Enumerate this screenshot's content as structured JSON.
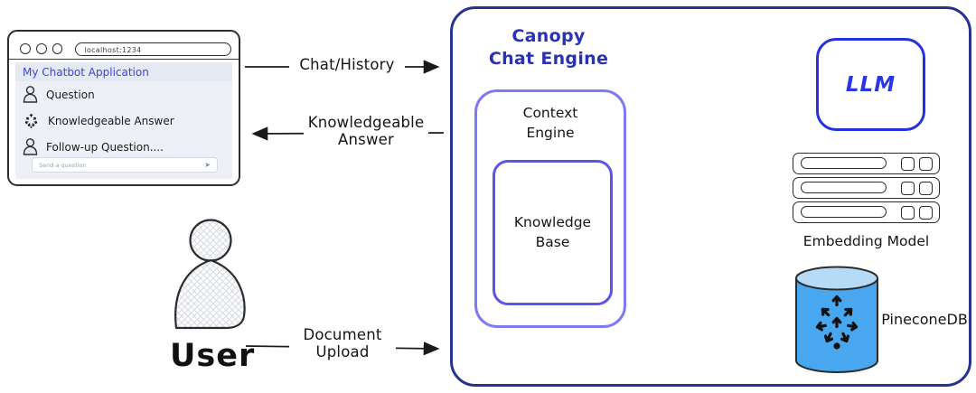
{
  "browser": {
    "url": "localhost:1234",
    "title": "My Chatbot Application",
    "messages": [
      {
        "icon": "person-icon",
        "text": "Question"
      },
      {
        "icon": "circular-arrows-icon",
        "text": "Knowledgeable Answer"
      },
      {
        "icon": "person-icon",
        "text": "Follow-up Question...."
      }
    ],
    "input_placeholder": "Send a question",
    "send_icon": "➤"
  },
  "flows": {
    "chat_history": "Chat/History",
    "knowledgeable_answer": "Knowledgeable\nAnswer",
    "document_upload": "Document\nUpload"
  },
  "user_label": "User",
  "engine": {
    "title": "Canopy\nChat Engine",
    "llm": "LLM",
    "context_engine": "Context\nEngine",
    "knowledge_base": "Knowledge\nBase",
    "embedding_model": "Embedding Model",
    "vector_db": "PineconeDB"
  },
  "colors": {
    "outer_border": "#27338f",
    "llm_border": "#2531dd",
    "context_border": "#7d7af3",
    "knowledge_border": "#5c55ec",
    "canopy_text": "#2a32b4",
    "chat_title_blue": "#3a45e0",
    "cylinder_body": "#49a7ef",
    "cylinder_top": "#b5dbf6",
    "arrow": "#1a1a1a"
  }
}
